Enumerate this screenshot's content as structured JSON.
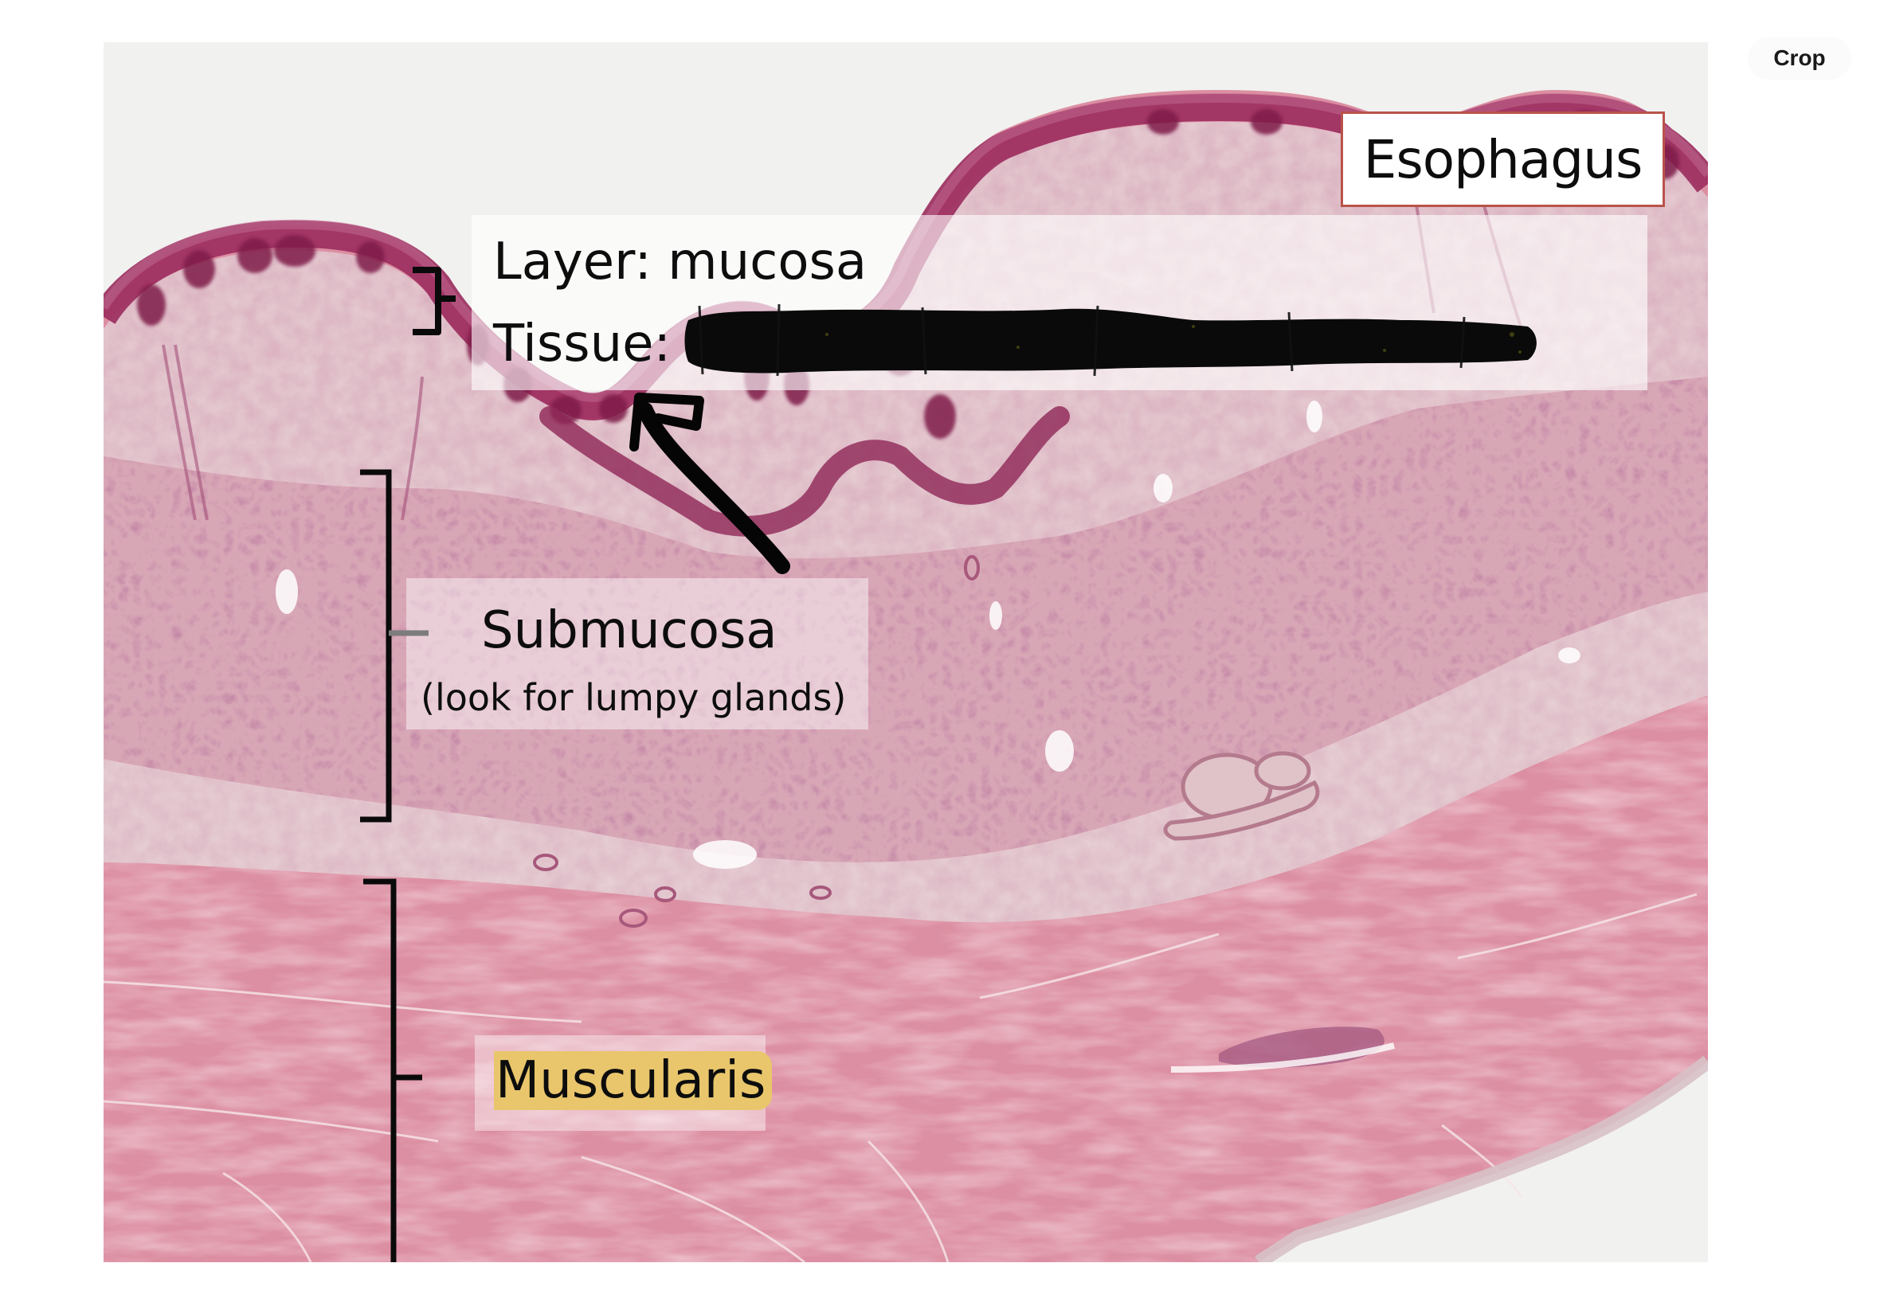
{
  "toolbar": {
    "crop_label": "Crop"
  },
  "slide": {
    "title": "Esophagus",
    "labels": {
      "layer_line": "Layer: mucosa",
      "tissue_prefix": "Tissue:",
      "tissue_value_redacted": true,
      "submucosa_title": "Submucosa",
      "submucosa_hint": "(look for lumpy glands)",
      "muscularis_title": "Muscularis"
    },
    "annotations": {
      "mucosa_bracket": "curly-bracket",
      "submucosa_bracket": "square-bracket",
      "muscularis_bracket": "square-bracket",
      "arrow": "hand-drawn-arrow-pointing-to-epithelium"
    },
    "colors": {
      "title_border": "#b9534a",
      "muscularis_highlight": "#e9c66c",
      "epithelium": "#9c2f5f",
      "lamina": "#e7cfd3",
      "submucosa": "#d8a7b6",
      "muscle": "#dc8fa2",
      "background": "#f1f1f0"
    }
  }
}
